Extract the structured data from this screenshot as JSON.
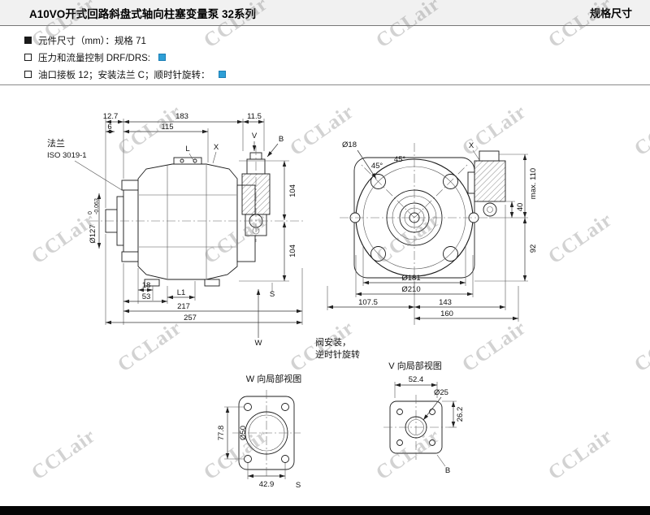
{
  "header": {
    "title": "A10VO开式回路斜盘式轴向柱塞变量泵 32系列",
    "section": "规格尺寸"
  },
  "bullets": [
    {
      "text": "元件尺寸（mm）：规格 71"
    },
    {
      "text": "压力和流量控制 DRF/DRS:"
    },
    {
      "text": "油口接板 12；安装法兰 C；顺时针旋转："
    }
  ],
  "watermark": "CCLair",
  "side": {
    "flange1": "法兰",
    "flange2": "ISO 3019-1",
    "d12_7": "12.7",
    "d6": "6",
    "d115": "115",
    "d183": "183",
    "d11_5": "11.5",
    "lbl_L": "L",
    "lbl_X": "X",
    "lbl_V": "V",
    "lbl_B": "B",
    "dia127": "Ø127",
    "tol_hi": "0",
    "tol_lo": "-0.063",
    "d104a": "104",
    "d104b": "104",
    "d18": "18",
    "d53": "53",
    "lbl_L1": "L1",
    "d217": "217",
    "d257": "257",
    "lbl_W": "W",
    "lbl_S": "S"
  },
  "front": {
    "dia18": "Ø18",
    "a45a": "45°",
    "a45b": "45°",
    "lbl_X": "X",
    "max110": "max. 110",
    "d40": "40",
    "d92": "92",
    "dia181": "Ø181",
    "dia210": "Ø210",
    "d107_5": "107.5",
    "d143": "143",
    "d160": "160",
    "note1": "阀安装，",
    "note2": "逆时针旋转"
  },
  "w": {
    "title": "W 向局部视图",
    "d77_8": "77.8",
    "dia50": "Ø50",
    "d42_9": "42.9",
    "lbl_S": "S"
  },
  "v": {
    "title": "V 向局部视图",
    "d52_4": "52.4",
    "dia25": "Ø25",
    "d26_2": "26.2",
    "lbl_B": "B"
  }
}
